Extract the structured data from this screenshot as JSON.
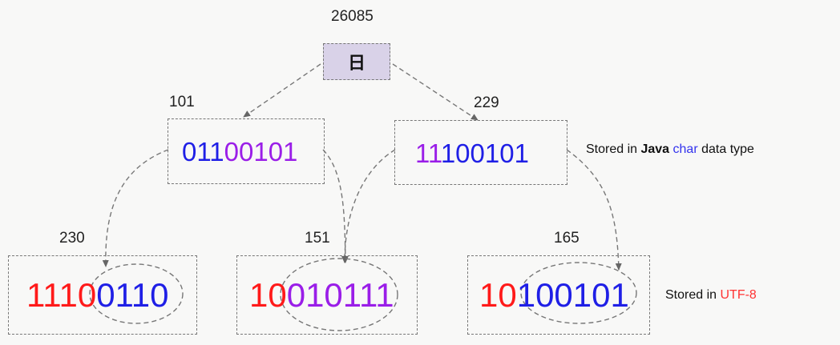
{
  "top": {
    "code_point": "26085",
    "glyph": "日",
    "fill": "#d9d2e8"
  },
  "colors": {
    "red": "#ff1a1a",
    "purple": "#9a1ee8",
    "blue": "#1f1fe6",
    "note_accent_blue": "#3333ee",
    "note_accent_red": "#ff3333"
  },
  "java_bytes": [
    {
      "value": "101",
      "segments": [
        {
          "text": "0",
          "color": "#1f1fe6"
        },
        {
          "text": "11",
          "color": "#1f1fe6"
        },
        {
          "text": "00",
          "color": "#9a1ee8"
        },
        {
          "text": "101",
          "color": "#9a1ee8"
        }
      ]
    },
    {
      "value": "229",
      "segments": [
        {
          "text": "11",
          "color": "#9a1ee8"
        },
        {
          "text": "100101",
          "color": "#1f1fe6"
        }
      ]
    }
  ],
  "utf8_bytes": [
    {
      "value": "230",
      "segments": [
        {
          "text": "1110",
          "color": "#ff1a1a"
        },
        {
          "text": "0110",
          "color": "#1f1fe6"
        }
      ]
    },
    {
      "value": "151",
      "segments": [
        {
          "text": "10",
          "color": "#ff1a1a"
        },
        {
          "text": "010111",
          "color": "#9a1ee8"
        }
      ]
    },
    {
      "value": "165",
      "segments": [
        {
          "text": "10",
          "color": "#ff1a1a"
        },
        {
          "text": "100101",
          "color": "#1f1fe6"
        }
      ]
    }
  ],
  "notes": {
    "java": {
      "pre": "Stored in ",
      "bold": "Java",
      "space": " ",
      "accent": "char",
      "post": " data type"
    },
    "utf8": {
      "pre": "Stored in ",
      "accent": "UTF-8"
    }
  }
}
